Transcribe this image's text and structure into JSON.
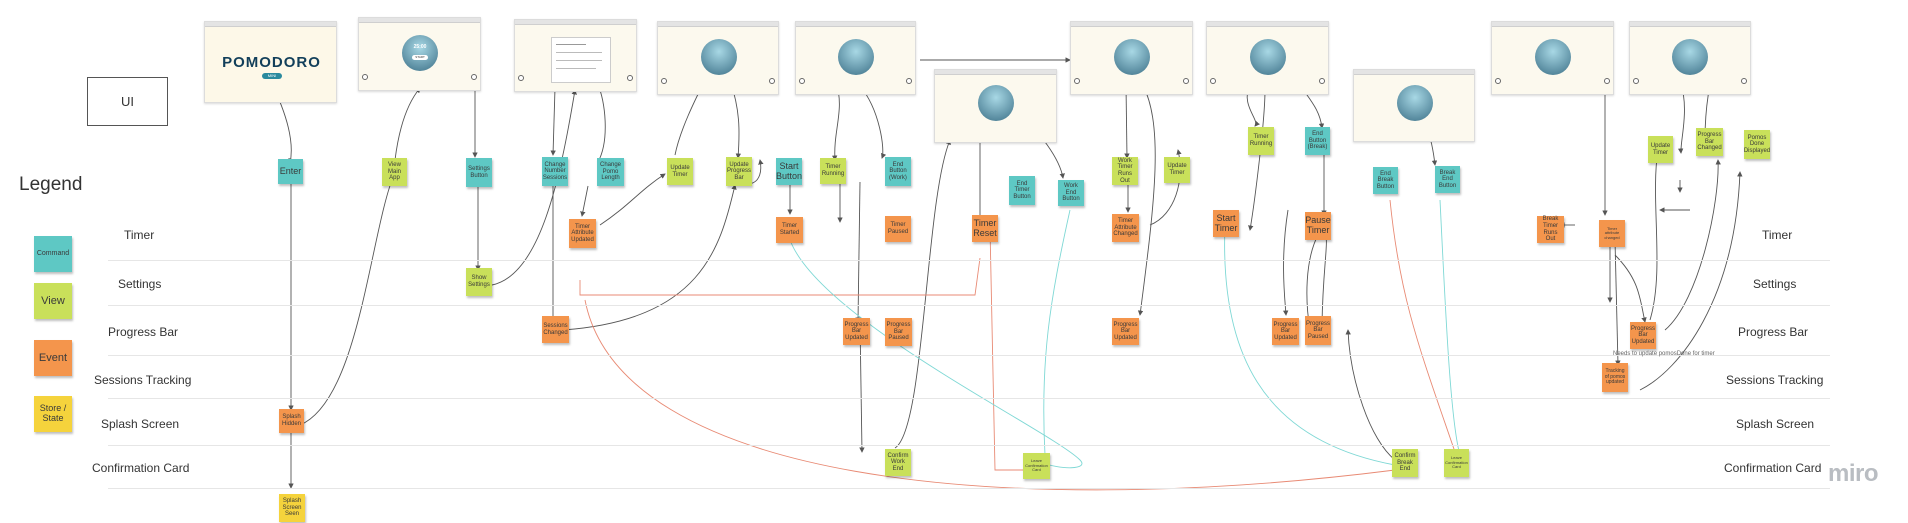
{
  "board": {
    "ui_label": "UI",
    "legend_title": "Legend",
    "watermark": "miro",
    "annotation": "Needs to update pomosDone for timer"
  },
  "legend": [
    {
      "label": "Command",
      "color": "#5ec8c4"
    },
    {
      "label": "View",
      "color": "#c9e05a"
    },
    {
      "label": "Event",
      "color": "#f4954c"
    },
    {
      "label": "Store / State",
      "color": "#f5d33c"
    }
  ],
  "lanes": [
    "Timer",
    "Settings",
    "Progress Bar",
    "Sessions Tracking",
    "Splash Screen",
    "Confirmation Card"
  ],
  "screens": {
    "logo_text": "POMODORO",
    "logo_badge": "MINI",
    "timer_text": "25:00",
    "start_button": "START"
  },
  "stickies": [
    {
      "id": "enter",
      "text": "Enter",
      "type": "command"
    },
    {
      "id": "splash-hidden",
      "text": "Splash Hidden",
      "type": "event"
    },
    {
      "id": "splash-seen",
      "text": "Splash Screen Seen",
      "type": "state"
    },
    {
      "id": "view-main-app",
      "text": "View Main App",
      "type": "view"
    },
    {
      "id": "settings-button",
      "text": "Settings Button",
      "type": "command"
    },
    {
      "id": "show-settings",
      "text": "Show Settings",
      "type": "view"
    },
    {
      "id": "change-number-sessions",
      "text": "Change Number Sessions",
      "type": "command"
    },
    {
      "id": "sessions-changed",
      "text": "Sessions Changed",
      "type": "event"
    },
    {
      "id": "change-pomo-length",
      "text": "Change Pomo Length",
      "type": "command"
    },
    {
      "id": "timer-attribute-updated",
      "text": "Timer Attribute Updated",
      "type": "event"
    },
    {
      "id": "update-timer-1",
      "text": "Update Timer",
      "type": "view"
    },
    {
      "id": "update-progress-bar",
      "text": "Update Progress Bar",
      "type": "view"
    },
    {
      "id": "start-button",
      "text": "Start Button",
      "type": "command"
    },
    {
      "id": "timer-started",
      "text": "Timer Started",
      "type": "event"
    },
    {
      "id": "timer-running-1",
      "text": "Timer Running",
      "type": "view"
    },
    {
      "id": "progress-bar-updated-1",
      "text": "Progress Bar Updated",
      "type": "event"
    },
    {
      "id": "end-button-work",
      "text": "End Button (Work)",
      "type": "command"
    },
    {
      "id": "timer-paused",
      "text": "Timer Paused",
      "type": "event"
    },
    {
      "id": "progress-bar-paused-1",
      "text": "Progress Bar Paused",
      "type": "event"
    },
    {
      "id": "confirm-work-end",
      "text": "Confirm Work End",
      "type": "view"
    },
    {
      "id": "timer-reset",
      "text": "Timer Reset",
      "type": "event"
    },
    {
      "id": "end-timer-button",
      "text": "End Timer Button",
      "type": "command"
    },
    {
      "id": "work-end-button",
      "text": "Work End Button",
      "type": "command"
    },
    {
      "id": "leave-confirmation-card",
      "text": "Leave Confirmation Card",
      "type": "view"
    },
    {
      "id": "work-timer-runs-out",
      "text": "Work Timer Runs Out",
      "type": "view"
    },
    {
      "id": "timer-attribute-changed",
      "text": "Timer Attribute Changed",
      "type": "event"
    },
    {
      "id": "progress-bar-updated-2",
      "text": "Progress Bar Updated",
      "type": "event"
    },
    {
      "id": "update-timer-2",
      "text": "Update Timer",
      "type": "view"
    },
    {
      "id": "start-timer",
      "text": "Start Timer",
      "type": "event"
    },
    {
      "id": "timer-running-2",
      "text": "Timer Running",
      "type": "view"
    },
    {
      "id": "progress-bar-updated-3",
      "text": "Progress Bar Updated",
      "type": "event"
    },
    {
      "id": "end-button-break",
      "text": "End Button (Break)",
      "type": "command"
    },
    {
      "id": "pause-timer",
      "text": "Pause Timer",
      "type": "event"
    },
    {
      "id": "progress-bar-paused-2",
      "text": "Progress Bar Paused",
      "type": "event"
    },
    {
      "id": "end-break-button",
      "text": "End Break Button",
      "type": "command"
    },
    {
      "id": "confirm-break-end",
      "text": "Confirm Break End",
      "type": "view"
    },
    {
      "id": "break-end-button",
      "text": "Break End Button",
      "type": "command"
    },
    {
      "id": "leave-confirmation-card-2",
      "text": "Leave Confirmation Card",
      "type": "view"
    },
    {
      "id": "break-timer-runs-out",
      "text": "Break Timer Runs Out",
      "type": "event"
    },
    {
      "id": "timer-something-changed",
      "text": "Timer attribute changed",
      "type": "event"
    },
    {
      "id": "update-timer-3",
      "text": "Update Timer",
      "type": "view"
    },
    {
      "id": "progress-bar-changed",
      "text": "Progress Bar Changed",
      "type": "view"
    },
    {
      "id": "pomos-done-displayed",
      "text": "Pomos Done Displayed",
      "type": "view"
    },
    {
      "id": "progress-bar-updated-4",
      "text": "Progress Bar Updated",
      "type": "event"
    },
    {
      "id": "tracking-pomos-updated",
      "text": "Tracking of pomos updated",
      "type": "event"
    }
  ]
}
